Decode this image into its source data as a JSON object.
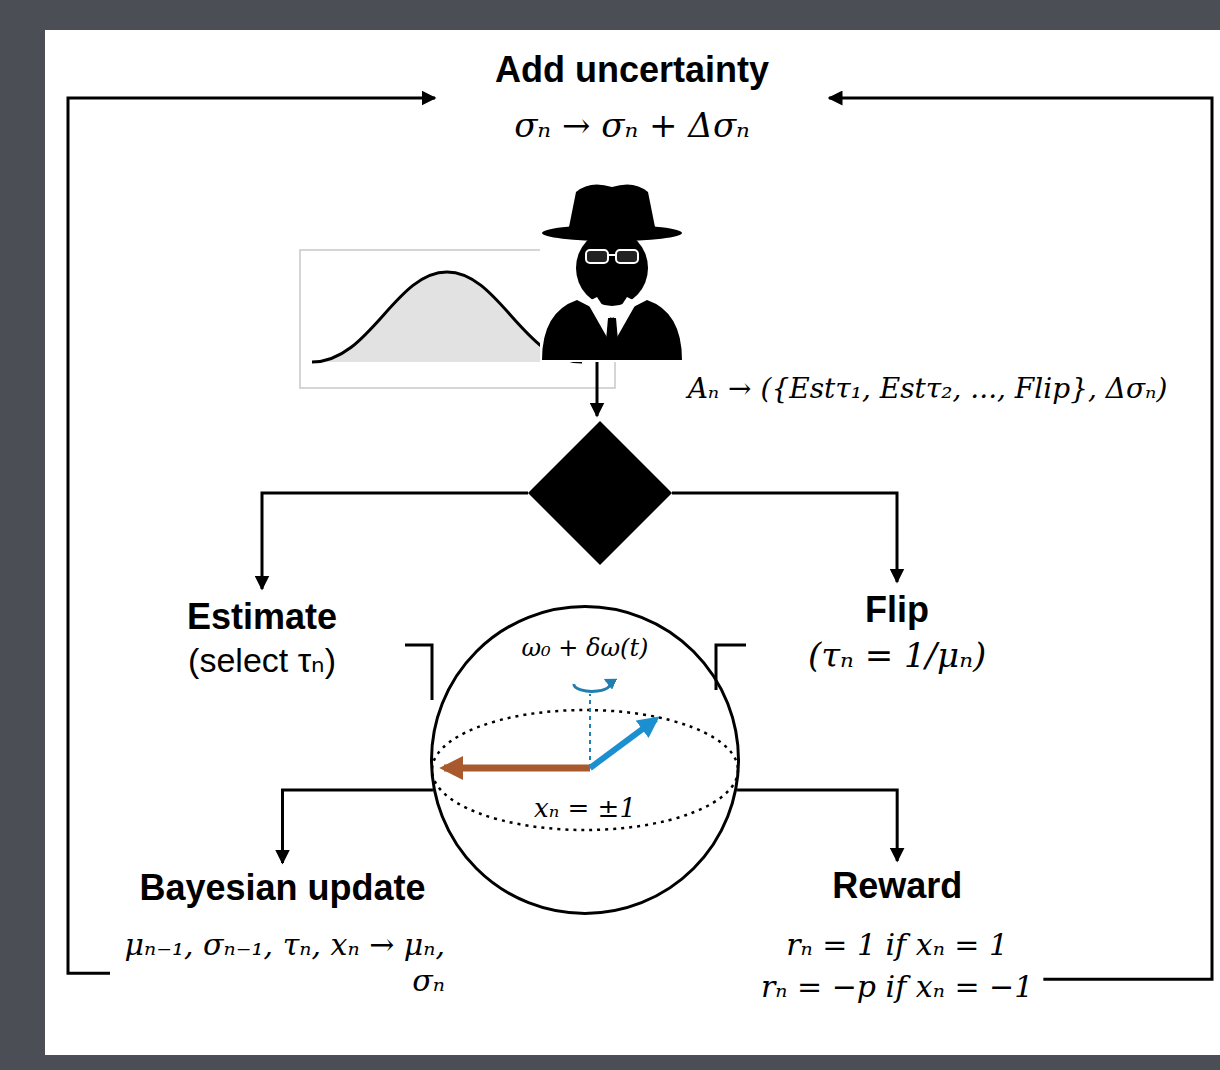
{
  "diagram": {
    "nodes": [
      {
        "text": [
          "Add uncertainty",
          "σₙ → σₙ + Δσₙ"
        ]
      },
      {
        "text": [
          "Estimate",
          "(select τₙ)"
        ]
      },
      {
        "text": [
          "Flip",
          "(τₙ = 1/μₙ)"
        ]
      },
      {
        "text": [
          "ω₀ + δω(t)",
          "xₙ = ±1"
        ]
      },
      {
        "text": [
          "Bayesian update",
          "μₙ₋₁, σₙ₋₁, τₙ, xₙ → μₙ, σₙ"
        ]
      },
      {
        "text": [
          "Reward",
          "rₙ = 1 if xₙ = 1",
          "rₙ = −p if xₙ = −1"
        ]
      }
    ],
    "edges": [
      {
        "from": 3,
        "to": 4,
        "arrow": "to"
      },
      {
        "from": 3,
        "to": 5,
        "arrow": "to"
      },
      {
        "from": 4,
        "to": 0,
        "arrow": "to"
      },
      {
        "from": 5,
        "to": 0,
        "arrow": "to"
      }
    ],
    "labels": [
      "Aₙ → ({Estτ₁, Estτ₂, ..., Flip}, Δσₙ)"
    ]
  }
}
